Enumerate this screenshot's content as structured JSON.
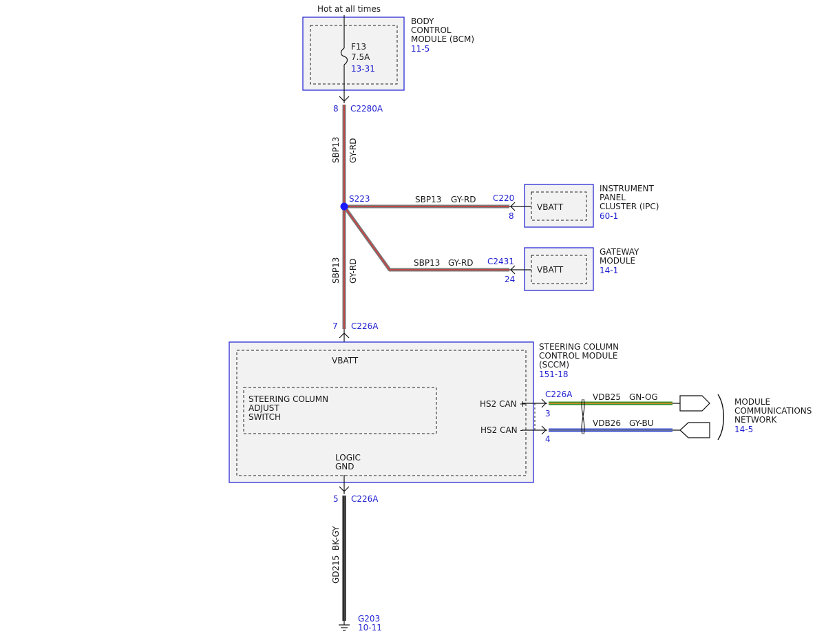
{
  "colors": {
    "module_border": "#2b2bd6",
    "reference_text": "#1f1fd0",
    "wire_gy": "#7a7a7a",
    "wire_rd": "#d23a3a",
    "wire_gn": "#2f8f2f",
    "wire_og": "#f08a24",
    "wire_bu": "#3b52d9",
    "wire_bk": "#111111",
    "splice": "#1a1aff"
  },
  "power": {
    "label": "Hot at all times"
  },
  "bcm": {
    "name": [
      "BODY",
      "CONTROL",
      "MODULE (BCM)"
    ],
    "ref": "11-5",
    "fuse_name": "F13",
    "fuse_rating": "7.5A",
    "fuse_ref": "13-31",
    "pin": "8",
    "connector": "C2280A"
  },
  "wires": {
    "main_upper": {
      "circuit": "SBP13",
      "color": "GY-RD"
    },
    "main_lower": {
      "circuit": "SBP13",
      "color": "GY-RD"
    },
    "ipc_branch": {
      "circuit": "SBP13",
      "color": "GY-RD"
    },
    "gw_branch": {
      "circuit": "SBP13",
      "color": "GY-RD"
    },
    "ground": {
      "circuit": "GD215",
      "color": "BK-GY"
    },
    "can_high": {
      "circuit": "VDB25",
      "color": "GN-OG"
    },
    "can_low": {
      "circuit": "VDB26",
      "color": "GY-BU"
    }
  },
  "splice": {
    "name": "S223"
  },
  "ipc": {
    "name": [
      "INSTRUMENT",
      "PANEL",
      "CLUSTER (IPC)"
    ],
    "ref": "60-1",
    "connector": "C220",
    "pin": "8",
    "terminal": "VBATT"
  },
  "gateway": {
    "name": [
      "GATEWAY",
      "MODULE"
    ],
    "ref": "14-1",
    "connector": "C2431",
    "pin": "24",
    "terminal": "VBATT"
  },
  "sccm": {
    "name": [
      "STEERING COLUMN",
      "CONTROL MODULE",
      "(SCCM)"
    ],
    "ref": "151-18",
    "vbatt_pin": "7",
    "vbatt_connector": "C226A",
    "vbatt_label": "VBATT",
    "switch": [
      "STEERING COLUMN",
      "ADJUST",
      "SWITCH"
    ],
    "logic": [
      "LOGIC",
      "GND"
    ],
    "gnd_pin": "5",
    "gnd_connector": "C226A",
    "can_high_label": "HS2 CAN +",
    "can_low_label": "HS2 CAN -",
    "can_connector": "C226A",
    "can_high_pin": "3",
    "can_low_pin": "4"
  },
  "network": {
    "name": [
      "MODULE",
      "COMMUNICATIONS",
      "NETWORK"
    ],
    "ref": "14-5"
  },
  "ground_point": {
    "name": "G203",
    "ref": "10-11"
  }
}
